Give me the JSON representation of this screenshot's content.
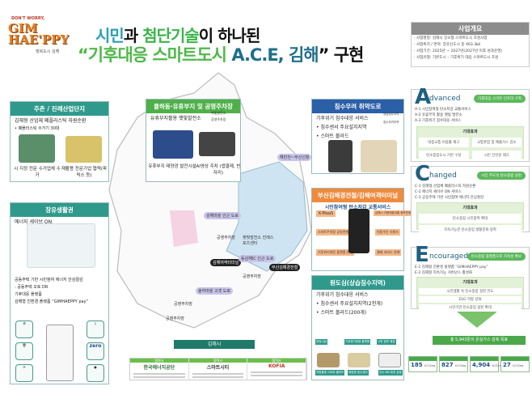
{
  "logo": {
    "tagline": "DON'T WORRY,",
    "name": "GIM HAE'PPY",
    "sub": "행복도시 김해"
  },
  "title": {
    "line1_a": "시민",
    "line1_b": "과 ",
    "line1_c": "첨단기술",
    "line1_d": "이 하나된",
    "line2_a": "“기후대응 스마트도시 ",
    "line2_b": "A.C.E, 김해",
    "line2_c": "” 구현"
  },
  "overview": {
    "header": "사업개요",
    "items": [
      "· 사업명칭: 김해시 강소형 스마트도시 조성사업",
      "· 사업위치 / 면적: 장유신도시 등 463.3㎢",
      "· 사업기간: 2025년 ~ 2027년(2027년 이후 성과운영)",
      "· 사업유형: 기본도시 – 기후위기 대응 스마트도시 조성"
    ]
  },
  "ace": {
    "a": {
      "letter": "A",
      "word": "dvanced",
      "pill": "기후대응 스마트 인프라 구축",
      "items": [
        "A-1 시민참여형 탄소저감 교통서비스",
        "A-2 유휴부지 활용 햇빛 발전소",
        "A-3 기후위기 침수대응 서비스"
      ],
      "effects_title": "기대효과",
      "effects": [
        "대중교통 이용률 제고",
        "교통혼잡 및 배출가스 감소",
        "탄소중립도시 기반 구성",
        "시민 안전성 제고"
      ]
    },
    "c": {
      "letter": "C",
      "word": "hanged",
      "pill": "시민 주도의 탄소중립 실천",
      "items": [
        "C-1 김해형 산업체 폐플라스틱 자원순환",
        "C-2 에너지 세이브 ON 서비스",
        "C-3 공동주택 기반 시민참여 에너지 안심절감"
      ],
      "effects_title": "기대효과",
      "effects": [
        "탄소중립 시민참여 확대",
        "지속가능한 탄소중립 생활문화 정착"
      ]
    },
    "e": {
      "letter": "E",
      "word": "ncouraged",
      "pill": "탄소중립 플랫폼으로 지속성 확보",
      "items": [
        "E-1 김해형 친환경 플랫폼 “GIMHAEPPY pay”",
        "E-2 김해형 지속가능 거버넌스 활성화"
      ],
      "effects_title": "기대효과",
      "effects": [
        "시민생활 속 탄소중립 실천 유도",
        "ESG 역량 강화",
        "시민기관 탄소중립 실천 확대"
      ]
    }
  },
  "goal": "총 5,943톤의 온실가스 감축 목표",
  "stats": [
    {
      "value": "185",
      "unit": "tCO2eq"
    },
    {
      "value": "827",
      "unit": "tCO2eq"
    },
    {
      "value": "4,904",
      "unit": "tCO2eq"
    },
    {
      "value": "27",
      "unit": "tCO2eq"
    }
  ],
  "panels": {
    "jucheon": {
      "header": "주촌 / 진례산업단지",
      "line1": "김해형 산업체 폐플라스틱 자원순환",
      "line2": "• 폐플라스틱 수거기 30대",
      "cap1": "시 지정 전문 수거업체 수거",
      "cap2": "재활용 전문기업 협력(파릭스 등)"
    },
    "jangyu": {
      "header": "장유생활권",
      "line1": "에너지 세이브 ON",
      "text": [
        "공동주택 기반 시민참여 에너지 안심절감",
        ": 공동주택 오토 DR",
        "기후대응 플랫폼",
        "김해형 친환경 플랫폼 “GIMHAEPPY pay”"
      ],
      "icons": [
        "recycle-icon",
        "trash-icon",
        "refresh-icon",
        "phone-icon",
        "zero-icon",
        "bag-icon"
      ]
    },
    "yulha": {
      "header": "율하동·유휴부지 및 공영주차장",
      "line1": "유휴부지활용 햇빛발전소",
      "legend1": "햇빛발전소",
      "legend2": "공영주차장",
      "cap1": "유휴부지 태양광 발전시설",
      "cap2": "AI영상 주차 (앱결제, 빈자리)"
    },
    "flood": {
      "header": "침수우려 취약도로",
      "line1": "기후위기 침수대응 서비스",
      "line2": "• 침수센서 주요설치지역",
      "line3": "• 스마트 볼라드",
      "legend1": "상습침수지역",
      "legend2": "침수우려지역"
    },
    "transit": {
      "header": "부산김해경전철/김해여객터미널",
      "line1": "시민참여형 탄소저감 교통서비스",
      "tags": [
        "K-MaaS",
        "스마트주차장 공유연계",
        "기후위기대응 플랫폼 연계",
        "김해시 이용대중교통 정보연계",
        "이동수단 리워드",
        "결제 서비스 연계"
      ]
    },
    "downtown": {
      "header": "원도심(상습침수지역)",
      "line1": "기후위기 침수대응 서비스",
      "line2": "• 침수센서 주요설치지역(2천개)",
      "line3": "• 스마트 볼라드(200개)",
      "steps": [
        "현장시설",
        "기후위기대응 플랫폼",
        "시민 정보 제공",
        "차량통제 스마트 볼라드",
        "태양광 침수센서",
        "우수 DB 위치 공유"
      ]
    }
  },
  "map": {
    "city": "김해시",
    "labels": [
      "김해마을 인근 도로",
      "공영주차장",
      "햇빛발전소 진례스포츠센터",
      "김해여객터미널",
      "동김해IC 인근 도로",
      "부산김해경전철",
      "공영주차장",
      "율하마을 고갯 도로",
      "공영주차장",
      "공영주차장",
      "해반천~부산신항"
    ]
  },
  "partners": {
    "headers": [
      "협력사",
      "협력사",
      "협력사"
    ],
    "names": [
      "한국에너지공단",
      "스마트시티",
      "KOFIA"
    ]
  },
  "colors": {
    "teal": "#2f9a8c",
    "green": "#4fb04a",
    "blue": "#2b5fa8",
    "orange": "#f08a3c",
    "navy": "#1f5f80"
  }
}
